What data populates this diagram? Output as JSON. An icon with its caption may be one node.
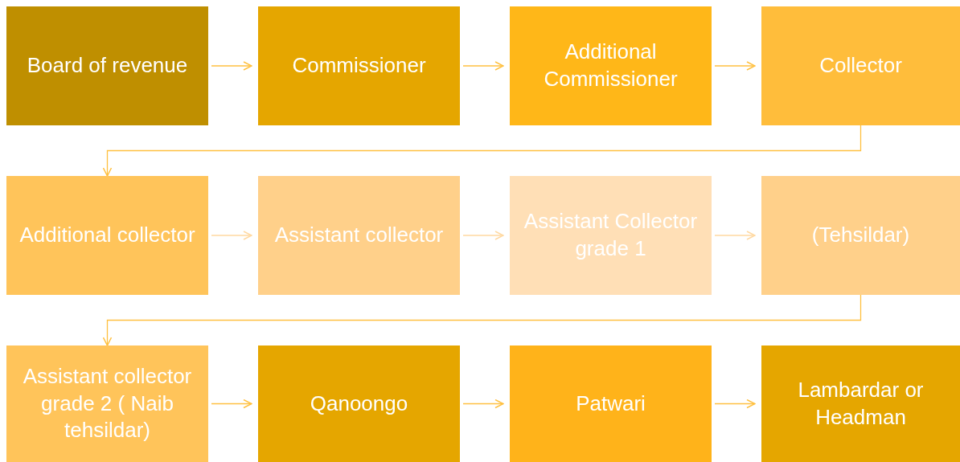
{
  "diagram": {
    "nodes": [
      {
        "text": [
          "Board of revenue"
        ]
      },
      {
        "text": [
          "Commissioner"
        ]
      },
      {
        "text": [
          "Additional Commissioner"
        ]
      },
      {
        "text": [
          "Collector"
        ]
      },
      {
        "text": [
          "Additional collector"
        ]
      },
      {
        "text": [
          "Assistant collector"
        ]
      },
      {
        "text": [
          "Assistant Collector grade 1"
        ]
      },
      {
        "text": [
          "(Tehsildar)"
        ]
      },
      {
        "text": [
          "Assistant collector grade 2 ( Naib tehsildar)"
        ]
      },
      {
        "text": [
          "Qanoongo"
        ]
      },
      {
        "text": [
          "Patwari"
        ]
      },
      {
        "text": [
          "Lambardar or Headman"
        ]
      }
    ],
    "edges": [
      {
        "from": 0,
        "to": 1,
        "arrow": "to"
      },
      {
        "from": 1,
        "to": 2,
        "arrow": "to"
      },
      {
        "from": 2,
        "to": 3,
        "arrow": "to"
      },
      {
        "from": 3,
        "to": 4,
        "arrow": "to"
      },
      {
        "from": 4,
        "to": 5,
        "arrow": "to",
        "color": "#ffd8a0"
      },
      {
        "from": 5,
        "to": 6,
        "arrow": "to",
        "color": "#ffd8a0"
      },
      {
        "from": 6,
        "to": 7,
        "arrow": "to",
        "color": "#ffd8a0"
      },
      {
        "from": 7,
        "to": 8,
        "arrow": "to"
      },
      {
        "from": 8,
        "to": 9,
        "arrow": "to"
      },
      {
        "from": 9,
        "to": 10,
        "arrow": "to"
      },
      {
        "from": 10,
        "to": 11,
        "arrow": "to"
      }
    ]
  }
}
